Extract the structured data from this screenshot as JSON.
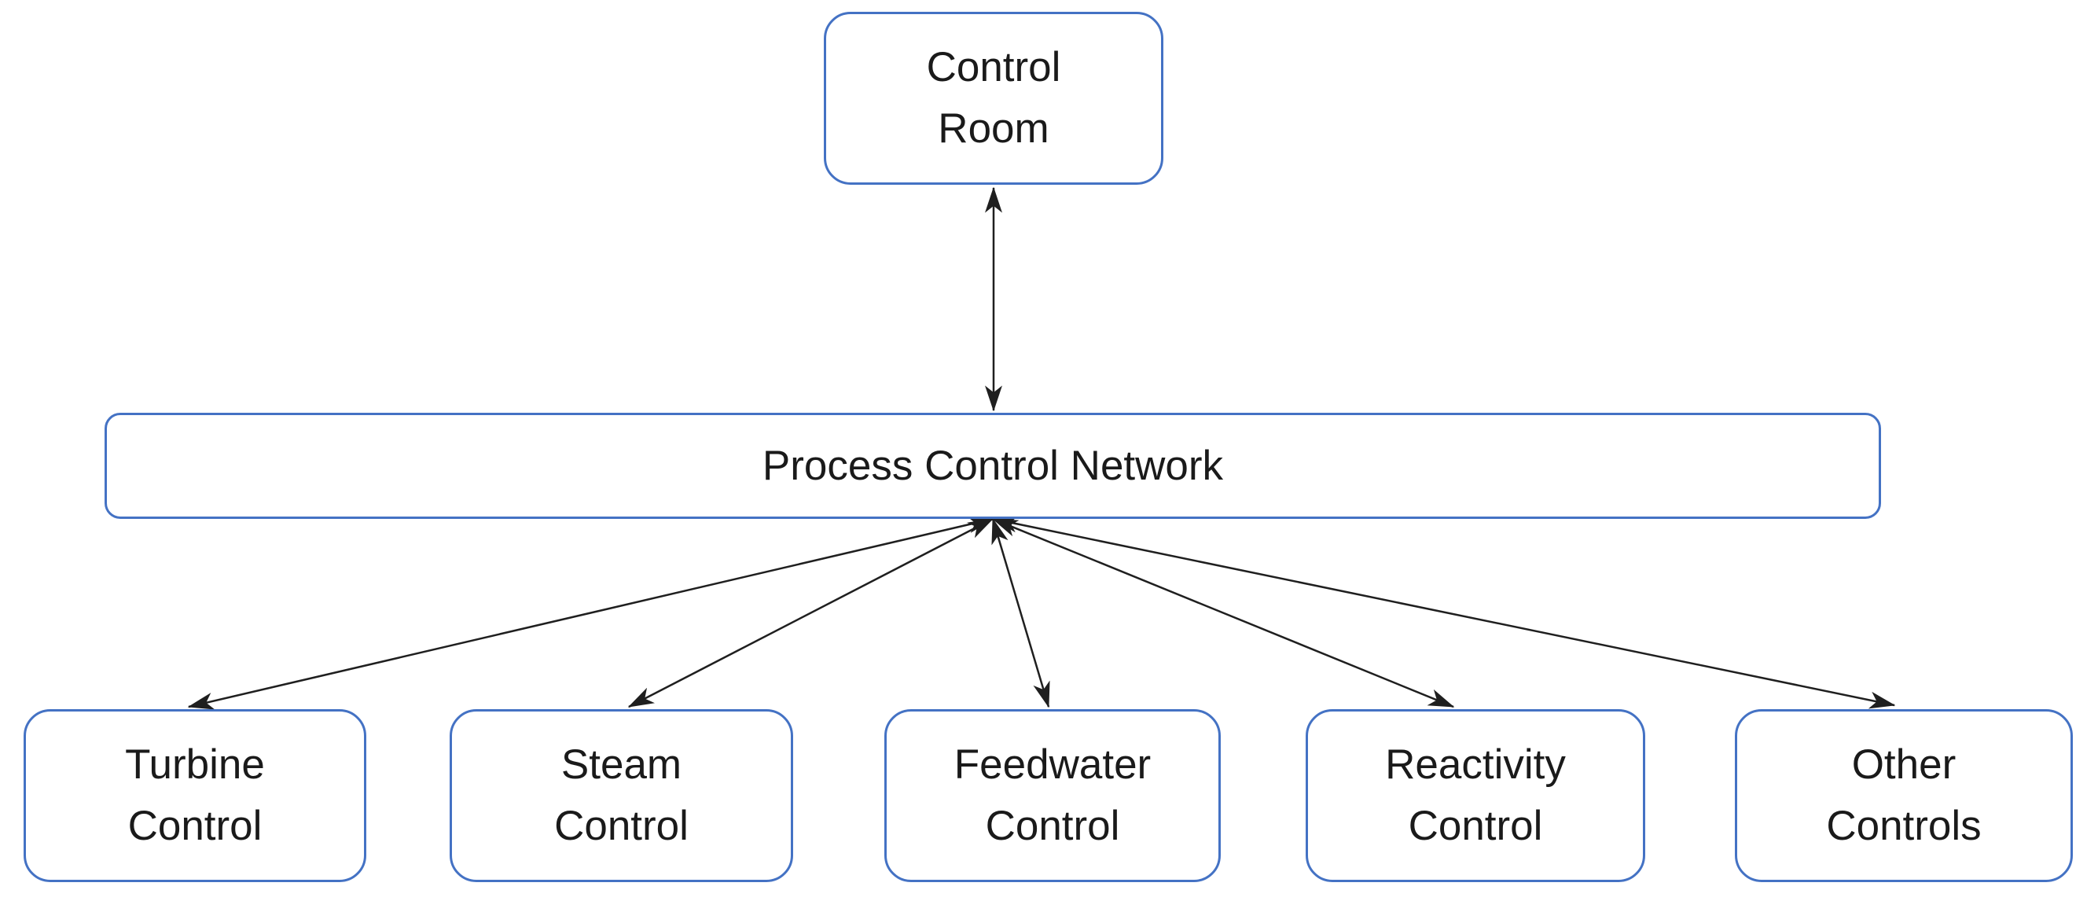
{
  "diagram": {
    "colors": {
      "box_border": "#4472C4",
      "box_fill": "#FFFFFF",
      "text": "#1A1A1A",
      "connector": "#1F1F1F",
      "background": "#FFFFFF"
    },
    "nodes": {
      "control_room": {
        "label": "Control\nRoom"
      },
      "process_control_network": {
        "label": "Process Control Network"
      },
      "turbine_control": {
        "label": "Turbine\nControl"
      },
      "steam_control": {
        "label": "Steam\nControl"
      },
      "feedwater_control": {
        "label": "Feedwater\nControl"
      },
      "reactivity_control": {
        "label": "Reactivity\nControl"
      },
      "other_controls": {
        "label": "Other\nControls"
      }
    },
    "edges": [
      {
        "from": "control_room",
        "to": "process_control_network",
        "bidirectional": true
      },
      {
        "from": "process_control_network",
        "to": "turbine_control",
        "bidirectional": true
      },
      {
        "from": "process_control_network",
        "to": "steam_control",
        "bidirectional": true
      },
      {
        "from": "process_control_network",
        "to": "feedwater_control",
        "bidirectional": true
      },
      {
        "from": "process_control_network",
        "to": "reactivity_control",
        "bidirectional": true
      },
      {
        "from": "process_control_network",
        "to": "other_controls",
        "bidirectional": true
      }
    ]
  }
}
